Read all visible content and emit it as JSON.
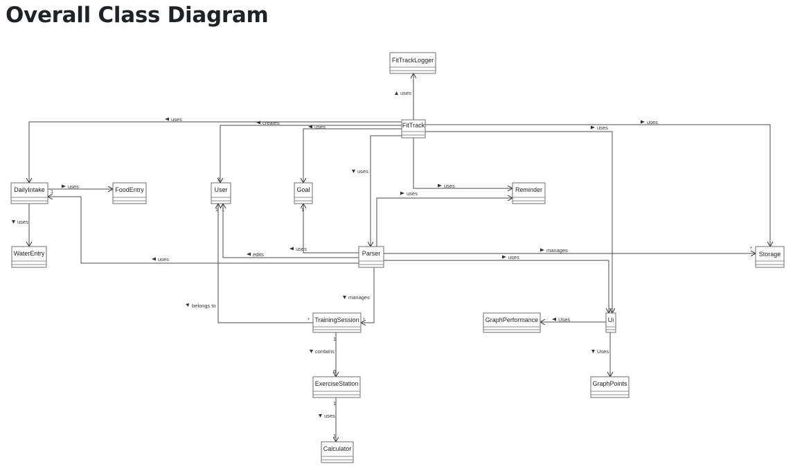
{
  "title": "Overall Class Diagram",
  "classes": {
    "fittracklogger": "FitTrackLogger",
    "fittrack": "FitTrack",
    "dailyintake": "DailyIntake",
    "foodentry": "FoodEntry",
    "user": "User",
    "goal": "Goal",
    "reminder": "Reminder",
    "waterentry": "WaterEntry",
    "parser": "Parser",
    "storage": "Storage",
    "trainingsession": "TrainingSession",
    "graphperformance": "GraphPerformance",
    "ui": "Ui",
    "exercisestation": "ExerciseStation",
    "graphpoints": "GraphPoints",
    "calculator": "Calculator"
  },
  "relations": {
    "ft_logger": "uses",
    "ft_daily": "uses",
    "ft_user": "creates",
    "ft_goal": "uses",
    "ft_ui": "uses",
    "ft_storage": "uses",
    "ft_parser": "uses",
    "ft_reminder": "uses",
    "p_reminder": "uses",
    "daily_food": "uses",
    "daily_water": "uses",
    "p_goal": "uses",
    "p_user": "edits",
    "p_daily": "uses",
    "p_storage": "manages",
    "p_ui": "uses",
    "p_ts": "manages",
    "ts_user": "belongs to",
    "ts_es": "contains",
    "es_calc": "uses",
    "ui_gp": "Uses",
    "ui_gpts": "Uses"
  },
  "multiplicities": {
    "daily_food_1": "1",
    "user_top": "1",
    "goal_bottom": "1",
    "user_b1": "1",
    "user_b2": "1",
    "storage_star": "*",
    "ts_star_left": "*",
    "ts_star_right": "*",
    "ts_bottom": "1",
    "es_top": "6",
    "es_bottom": "1",
    "calc_top": "1"
  }
}
